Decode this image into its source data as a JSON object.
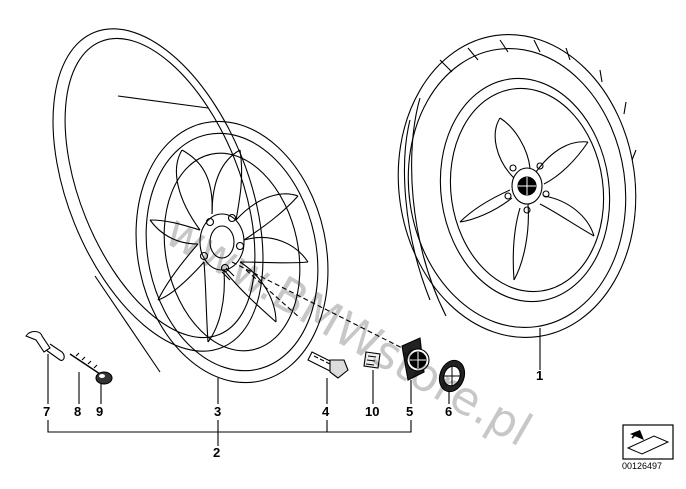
{
  "diagram": {
    "watermark": "www.BMWstore.pl",
    "callouts": {
      "c1": "1",
      "c2": "2",
      "c3": "3",
      "c4": "4",
      "c5": "5",
      "c6": "6",
      "c7": "7",
      "c8": "8",
      "c9": "9",
      "c10": "10"
    },
    "diagram_id": "00126497",
    "icons": [
      "wheel-rim-drawing",
      "complete-wheel-drawing",
      "valve-icon",
      "bolt-icon",
      "hub-cap-icon",
      "emblem-icon",
      "navigation-arrow-icon"
    ]
  }
}
